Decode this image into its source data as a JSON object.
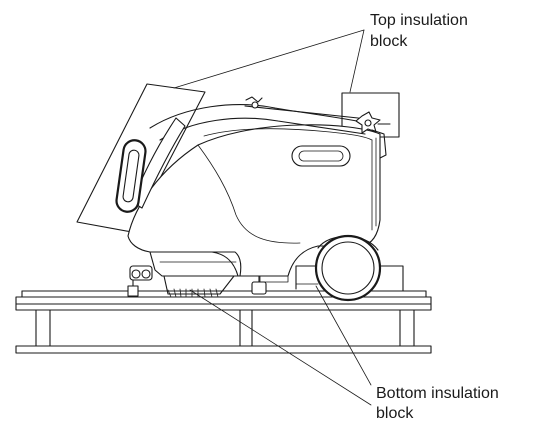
{
  "labels": {
    "top_line1": "Top insulation",
    "top_line2": "block",
    "bottom_line1": "Bottom insulation",
    "bottom_line2": "block"
  },
  "colors": {
    "line": "#1a1a1a",
    "background": "#ffffff"
  }
}
